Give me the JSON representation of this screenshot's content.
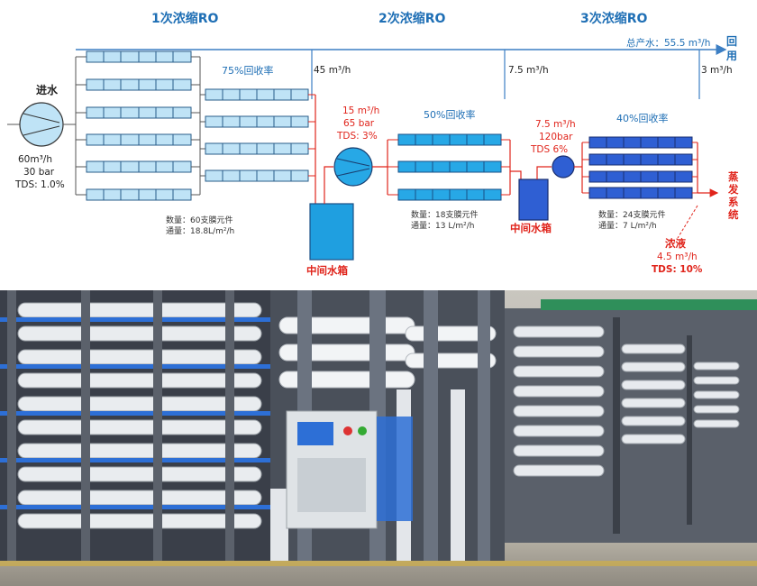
{
  "stages": {
    "s1": {
      "title": "1次浓缩RO",
      "recovery": "75%回收率",
      "count": "数量：60支膜元件",
      "flux": "通量：18.8L/m²/h"
    },
    "s2": {
      "title": "2次浓缩RO",
      "recovery": "50%回收率",
      "count": "数量：18支膜元件",
      "flux": "通量：13 L/m²/h"
    },
    "s3": {
      "title": "3次浓缩RO",
      "recovery": "40%回收率",
      "count": "数量：24支膜元件",
      "flux": "通量：7 L/m²/h"
    }
  },
  "inlet": {
    "label": "进水",
    "flow": "60m³/h",
    "pressure": "30 bar",
    "tds": "TDS: 1.0%"
  },
  "permeate": {
    "total": "总产水：55.5 m³/h",
    "reuse_a": "回",
    "reuse_b": "用",
    "flow1": "45 m³/h",
    "flow2": "7.5 m³/h",
    "flow3": "3 m³/h"
  },
  "pump2": {
    "flow": "15 m³/h",
    "pressure": "65 bar",
    "tds": "TDS: 3%"
  },
  "pump3": {
    "flow": "7.5 m³/h",
    "pressure": "120bar",
    "tds": "TDS 6%"
  },
  "tank1": {
    "label": "中间水箱"
  },
  "tank2": {
    "label": "中间水箱"
  },
  "concentrate": {
    "label": "浓液",
    "flow": "4.5 m³/h",
    "tds": "TDS: 10%"
  },
  "evaporation": {
    "l1": "蒸",
    "l2": "发",
    "l3": "系",
    "l4": "统"
  },
  "colors": {
    "title_blue": "#1f6fb5",
    "line_blue": "#3c7fc4",
    "alert_red": "#e0241b",
    "membrane_light": "#bfe3f6",
    "membrane_mid": "#27a8e6",
    "membrane_dark": "#2f5fd3"
  }
}
